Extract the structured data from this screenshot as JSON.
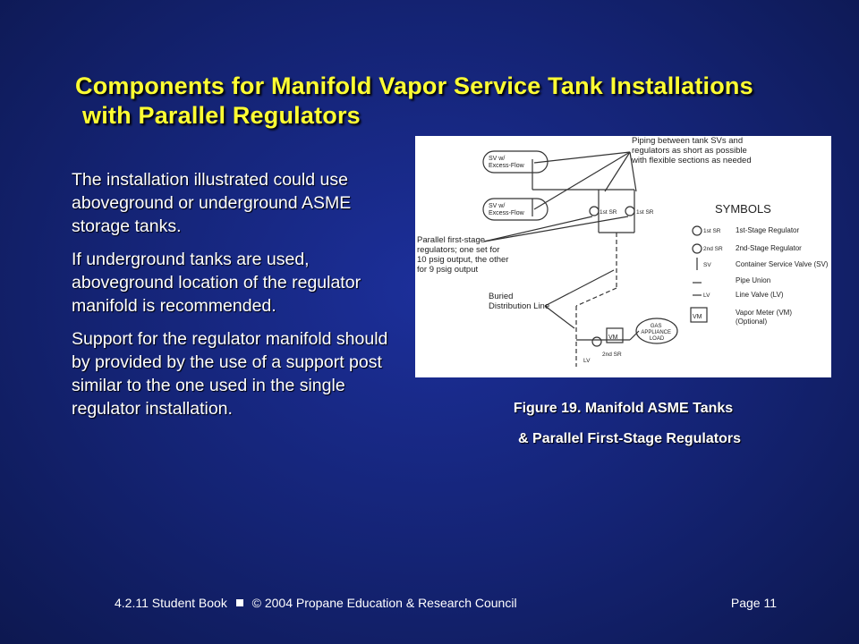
{
  "slide": {
    "title_line1": "Components for Manifold Vapor Service Tank Installations",
    "title_line2": "with Parallel Regulators",
    "paragraphs": [
      "The installation illustrated could use aboveground or underground ASME storage tanks.",
      "If underground tanks are used, aboveground location of the regulator manifold is recommended.",
      "Support for the regulator manifold should by provided by the use of a support post similar to the one used in the single regulator installation."
    ],
    "caption_line1": "Figure 19.  Manifold ASME Tanks",
    "caption_line2": "& Parallel First-Stage Regulators"
  },
  "figure": {
    "tank1_label": [
      "SV w/",
      "Excess-Flow"
    ],
    "tank2_label": [
      "SV w/",
      "Excess-Flow"
    ],
    "piping_note": [
      "Piping between tank SVs and",
      "regulators as short as possible",
      "with flexible sections as needed"
    ],
    "parallel_note": [
      "Parallel first-stage",
      "regulators; one set for",
      "10 psig output, the other",
      "for 9 psig output"
    ],
    "buried_note": [
      "Buried",
      "Distribution Line"
    ],
    "load_label": [
      "GAS",
      "APPLIANCE",
      "LOAD"
    ],
    "reg1_label": "1st SR",
    "reg2_label": "1st SR",
    "reg3_label": "2nd SR",
    "lv_label": "LV",
    "vm_label": "VM",
    "symbols_title": "SYMBOLS",
    "symbols": [
      {
        "abbr": "1st SR",
        "desc": "1st-Stage Regulator"
      },
      {
        "abbr": "2nd SR",
        "desc": "2nd-Stage Regulator"
      },
      {
        "abbr": "SV",
        "desc": "Container Service Valve (SV)"
      },
      {
        "abbr": "",
        "desc": "Pipe Union"
      },
      {
        "abbr": "LV",
        "desc": "Line Valve (LV)"
      },
      {
        "abbr": "VM",
        "desc": "Vapor Meter (VM)"
      }
    ],
    "vm_optional": "(Optional)"
  },
  "footer": {
    "left_text": "4.2.11  Student Book",
    "copyright": "© 2004  Propane  Education  &  Research  Council",
    "page": "Page  11"
  },
  "colors": {
    "background": "#142373",
    "title": "#ffff33",
    "text": "#ffffff"
  }
}
